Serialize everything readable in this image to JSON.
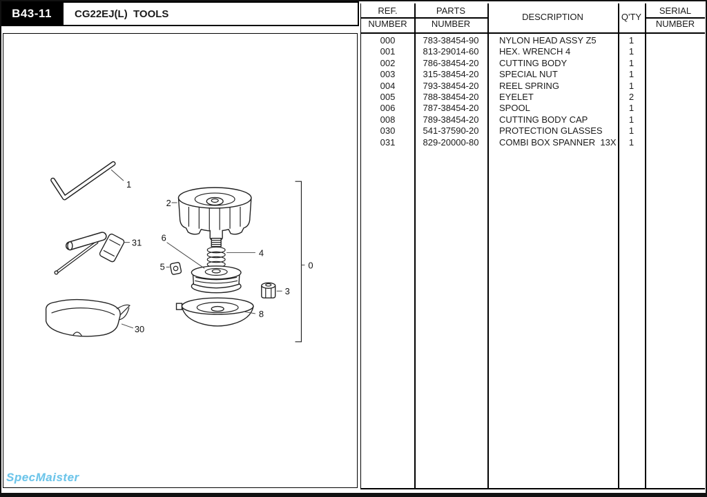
{
  "page": {
    "code": "B43-11",
    "title": "CG22EJ(L)  TOOLS",
    "watermark": "SpecMaister"
  },
  "table": {
    "headers": {
      "ref": [
        "REF.",
        "NUMBER"
      ],
      "parts": [
        "PARTS",
        "NUMBER"
      ],
      "description": "DESCRIPTION",
      "qty": "Q'TY",
      "serial": [
        "SERIAL",
        "NUMBER"
      ]
    },
    "rows": [
      {
        "ref": "000",
        "part": "783-38454-90",
        "description": "NYLON HEAD ASSY Z5",
        "qty": "1",
        "serial": ""
      },
      {
        "ref": "001",
        "part": "813-29014-60",
        "description": "HEX. WRENCH 4",
        "qty": "1",
        "serial": ""
      },
      {
        "ref": "002",
        "part": "786-38454-20",
        "description": "CUTTING BODY",
        "qty": "1",
        "serial": ""
      },
      {
        "ref": "003",
        "part": "315-38454-20",
        "description": "SPECIAL NUT",
        "qty": "1",
        "serial": ""
      },
      {
        "ref": "004",
        "part": "793-38454-20",
        "description": "REEL SPRING",
        "qty": "1",
        "serial": ""
      },
      {
        "ref": "005",
        "part": "788-38454-20",
        "description": "EYELET",
        "qty": "2",
        "serial": ""
      },
      {
        "ref": "006",
        "part": "787-38454-20",
        "description": "SPOOL",
        "qty": "1",
        "serial": ""
      },
      {
        "ref": "008",
        "part": "789-38454-20",
        "description": "CUTTING BODY CAP",
        "qty": "1",
        "serial": ""
      },
      {
        "ref": "030",
        "part": "541-37590-20",
        "description": "PROTECTION GLASSES",
        "qty": "1",
        "serial": ""
      },
      {
        "ref": "031",
        "part": "829-20000-80",
        "description": "COMBI BOX SPANNER  13X",
        "qty": "1",
        "serial": ""
      }
    ]
  },
  "diagram": {
    "callouts": {
      "hex_wrench": "1",
      "cutting_body": "2",
      "nut": "3",
      "spring": "4",
      "eyelet": "5",
      "spool": "6",
      "cap": "8",
      "glasses": "30",
      "box_spanner": "31",
      "assembly": "0"
    }
  }
}
